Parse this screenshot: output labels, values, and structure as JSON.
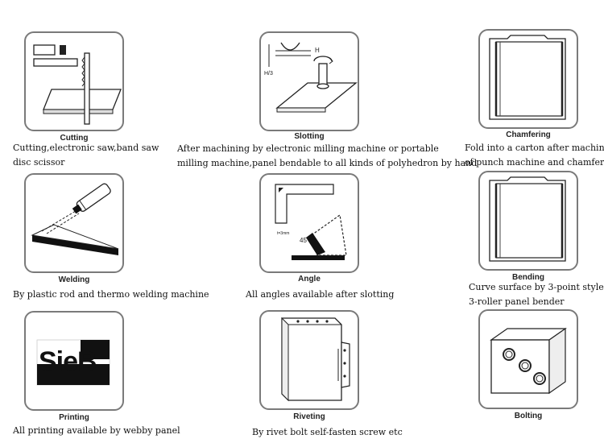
{
  "processes": [
    {
      "title": "Cutting",
      "icon": "saw-cutting-icon",
      "description": [
        "Cutting,electronic saw,band saw",
        "disc scissor"
      ]
    },
    {
      "title": "Slotting",
      "icon": "milling-slotting-icon",
      "description": [
        "After machining by electronic milling machine or portable",
        "milling machine,panel bendable to all kinds of polyhedron by hand"
      ],
      "labels": [
        "H",
        "H/3"
      ]
    },
    {
      "title": "Chamfering",
      "icon": "carton-chamfer-icon",
      "description": [
        "Fold into a carton after machining",
        "of punch machine and chamfer"
      ]
    },
    {
      "title": "Welding",
      "icon": "welding-torch-icon",
      "description": [
        "By plastic rod and thermo welding machine"
      ]
    },
    {
      "title": "Angle",
      "icon": "angle-fold-icon",
      "description": [
        "All angles available after slotting"
      ],
      "labels": [
        "45°",
        "t=3mm"
      ]
    },
    {
      "title": "Bending",
      "icon": "roller-bend-icon",
      "description": [
        "Curve surface by 3-point style",
        "3-roller panel bender"
      ]
    },
    {
      "title": "Printing",
      "icon": "printed-panel-icon",
      "description": [
        "All printing available by webby panel"
      ],
      "labels": [
        "SieB"
      ]
    },
    {
      "title": "Riveting",
      "icon": "rivet-panel-icon",
      "description": [
        "By rivet bolt self-fasten screw etc"
      ]
    },
    {
      "title": "Bolting",
      "icon": "bolt-holes-icon",
      "description": []
    }
  ]
}
